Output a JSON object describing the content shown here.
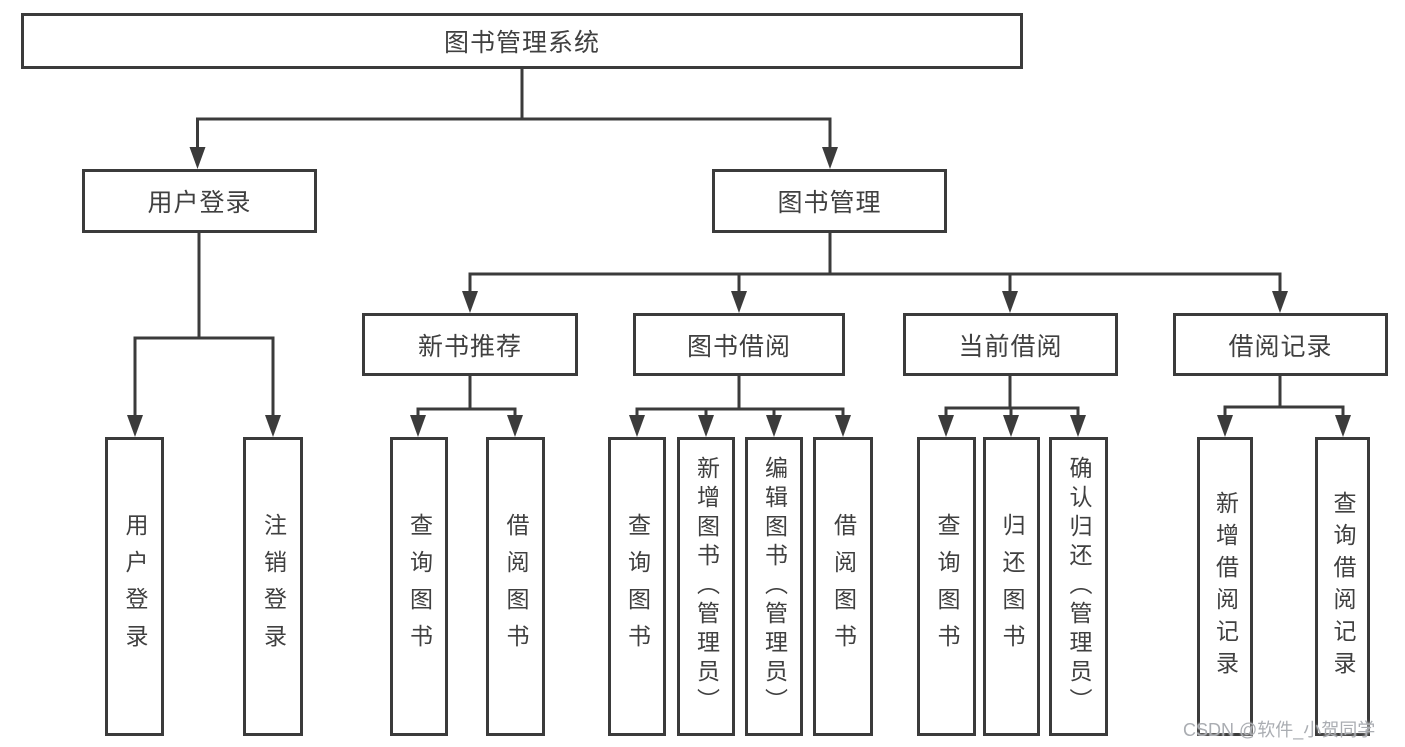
{
  "nodes": {
    "root": "图书管理系统",
    "user_login": "用户登录",
    "book_management": "图书管理",
    "new_book_recommend": "新书推荐",
    "book_borrowing": "图书借阅",
    "current_borrowing": "当前借阅",
    "borrowing_records": "借阅记录",
    "leaf_user_login": "用户登录",
    "leaf_logout": "注销登录",
    "leaf_nbr_query_books": "查询图书",
    "leaf_nbr_borrow_books": "借阅图书",
    "leaf_bb_query_books": "查询图书",
    "leaf_bb_add_books": "新增图书（管理员）",
    "leaf_bb_edit_books": "编辑图书（管理员）",
    "leaf_bb_borrow_books": "借阅图书",
    "leaf_cb_query_books": "查询图书",
    "leaf_cb_return_books": "归还图书",
    "leaf_cb_confirm_return": "确认归还（管理员）",
    "leaf_br_add_record": "新增借阅记录",
    "leaf_br_query_record": "查询借阅记录"
  },
  "hierarchy": {
    "图书管理系统": {
      "用户登录": [
        "用户登录",
        "注销登录"
      ],
      "图书管理": {
        "新书推荐": [
          "查询图书",
          "借阅图书"
        ],
        "图书借阅": [
          "查询图书",
          "新增图书（管理员）",
          "编辑图书（管理员）",
          "借阅图书"
        ],
        "当前借阅": [
          "查询图书",
          "归还图书",
          "确认归还（管理员）"
        ],
        "借阅记录": [
          "新增借阅记录",
          "查询借阅记录"
        ]
      }
    }
  },
  "watermark": "CSDN @软件_小贺同学",
  "colors": {
    "box_border": "#3b3b3b",
    "line": "#3b3b3b",
    "text": "#404040",
    "watermark": "#aaadb2",
    "background": "#ffffff"
  }
}
